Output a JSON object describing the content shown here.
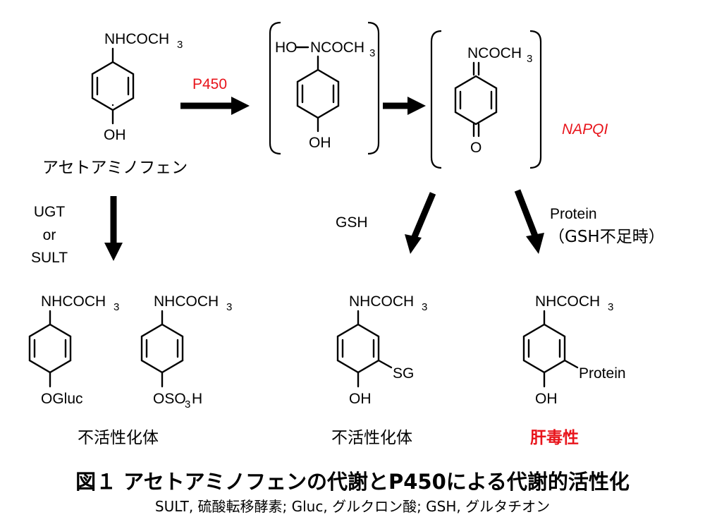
{
  "molecules": {
    "acetaminophen": {
      "top": "NHCOCH",
      "top_sub": "3",
      "bottom": "OH",
      "name": "アセトアミノフェン"
    },
    "hydroxy_intermediate": {
      "top_left": "HO",
      "top_right": "NCOCH",
      "top_sub": "3",
      "bottom": "OH"
    },
    "napqi": {
      "top": "NCOCH",
      "top_sub": "3",
      "bottom": "O",
      "name": "NAPQI"
    },
    "glucuronide": {
      "top": "NHCOCH",
      "top_sub": "3",
      "bottom": "OGluc"
    },
    "sulfate": {
      "top": "NHCOCH",
      "top_sub": "3",
      "bottom_a": "OSO",
      "bottom_sub": "3",
      "bottom_b": "H"
    },
    "gsh_conjugate": {
      "top": "NHCOCH",
      "top_sub": "3",
      "side": "SG",
      "bottom": "OH"
    },
    "protein_adduct": {
      "top": "NHCOCH",
      "top_sub": "3",
      "side": "Protein",
      "bottom": "OH"
    }
  },
  "arrows": {
    "p450": "P450",
    "ugt": "UGT",
    "or": "or",
    "sult": "SULT",
    "gsh": "GSH",
    "protein": "Protein",
    "gsh_shortage": "（GSH不足時）"
  },
  "outcomes": {
    "inactive_left": "不活性化体",
    "inactive_middle": "不活性化体",
    "hepatotoxicity": "肝毒性"
  },
  "caption": {
    "title": "図１ アセトアミノフェンの代謝とP450による代謝的活性化",
    "note": "SULT, 硫酸転移酵素; Gluc, グルクロン酸; GSH, グルタチオン"
  },
  "colors": {
    "accent_red": "#e8141b",
    "ink": "#000000"
  }
}
